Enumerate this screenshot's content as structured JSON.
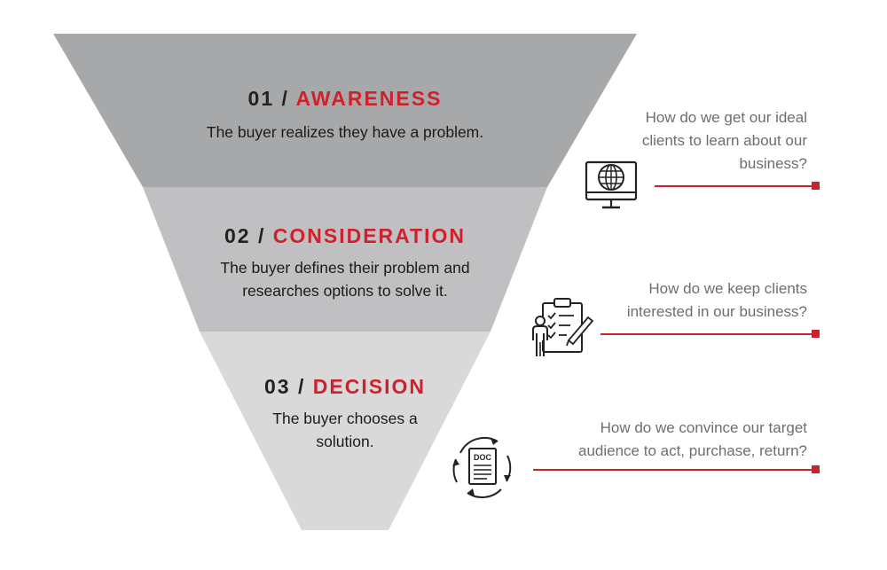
{
  "colors": {
    "accent": "#d0202c",
    "band1": "#a7a8aa",
    "band2": "#c0c0c2",
    "band3": "#d9d9da",
    "question_text": "#6e6e6e"
  },
  "stages": [
    {
      "number": "01 /",
      "label": "AWARENESS",
      "description": "The buyer realizes they have a problem.",
      "question": "How do we get our ideal clients to learn about our business?",
      "icon": "globe-monitor-icon"
    },
    {
      "number": "02 /",
      "label": "CONSIDERATION",
      "description": "The buyer defines their problem and researches options to solve it.",
      "question": "How do we keep clients interested in our business?",
      "icon": "person-checklist-icon"
    },
    {
      "number": "03 /",
      "label": "DECISION",
      "description": "The buyer chooses a solution.",
      "question": "How do we convince our target audience to act, purchase, return?",
      "icon": "document-cycle-icon",
      "icon_text": "DOC"
    }
  ]
}
